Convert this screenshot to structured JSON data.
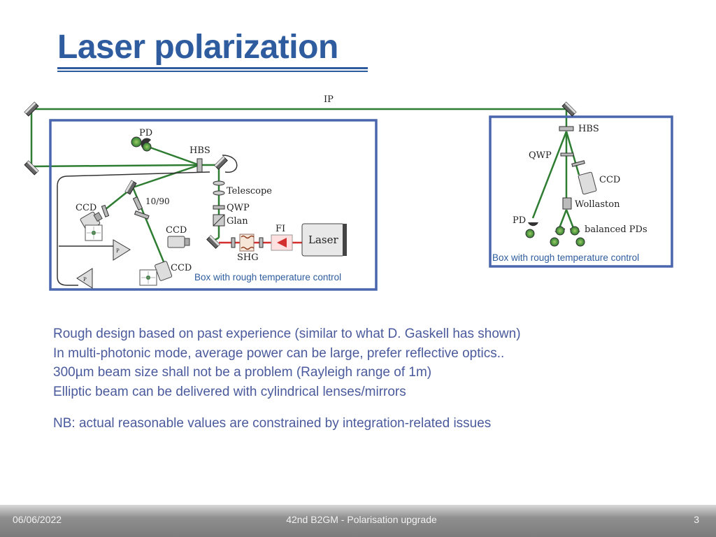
{
  "slide": {
    "title": "Laser polarization"
  },
  "diagram": {
    "beam_color": "#2e7d32",
    "box_color": "#4a66ad",
    "laser_beam_color": "#d32f2f",
    "ip_label": "IP",
    "left_box": {
      "labels": {
        "pd": "PD",
        "hbs": "HBS",
        "ccd_top": "CCD",
        "split": "10/90",
        "telescope": "Telescope",
        "qwp": "QWP",
        "glan": "Glan",
        "ccd_mid": "CCD",
        "fi": "FI",
        "laser": "Laser",
        "shg": "SHG",
        "ccd_bottom": "CCD"
      },
      "caption": "Box with rough temperature control"
    },
    "right_box": {
      "labels": {
        "hbs": "HBS",
        "qwp": "QWP",
        "ccd": "CCD",
        "wollaston": "Wollaston",
        "pd": "PD",
        "balanced": "balanced PDs"
      },
      "caption": "Box with rough temperature control"
    }
  },
  "body": {
    "lines": [
      "Rough design based on past experience (similar to what D. Gaskell has shown)",
      "In multi-photonic mode, average power can be large, prefer reflective optics..",
      "300µm beam size shall not be a problem (Rayleigh range of 1m)",
      "Elliptic beam can be delivered with cylindrical lenses/mirrors"
    ],
    "note": "NB: actual reasonable values are constrained by integration-related issues"
  },
  "footer": {
    "date": "06/06/2022",
    "title": "42nd B2GM - Polarisation upgrade",
    "page": "3"
  }
}
